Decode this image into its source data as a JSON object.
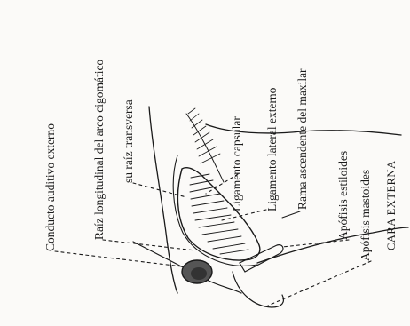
{
  "labels": {
    "conducto": "Conducto auditivo externo",
    "raiz_longitudinal": "Raíz longitudinal del arco cigomático",
    "raiz_transversa": "su raíz transversa",
    "ligamento_capsular": "Ligamento capsular",
    "ligamento_lateral": "Ligamento lateral externo",
    "rama_ascendente": "Rama ascendente del maxilar",
    "apofisis_estiloides": "Apófisis estiloides",
    "apofisis_mastoides": "Apófisis mastoides",
    "cara_externa": "CARA EXTERNA"
  },
  "colors": {
    "ink": "#1a1a1a",
    "paper": "#fbfaf8"
  }
}
